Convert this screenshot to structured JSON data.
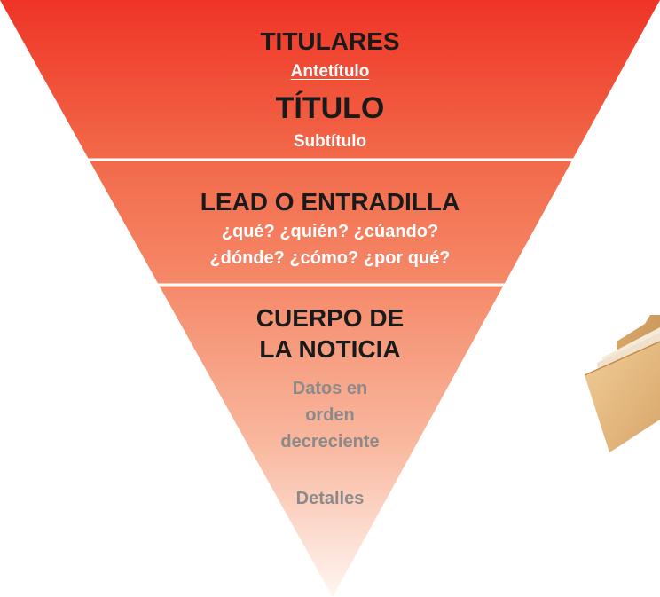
{
  "titulares": {
    "heading": "TITULARES",
    "antetitulo": "Antetítulo",
    "titulo": "TÍTULO",
    "subtitulo": "Subtítulo"
  },
  "lead": {
    "heading": "LEAD O ENTRADILLA",
    "questions_line1": "¿qué? ¿quién? ¿cúando?",
    "questions_line2": "¿dónde? ¿cómo? ¿por qué?"
  },
  "cuerpo": {
    "heading_line1": "CUERPO DE",
    "heading_line2": "LA NOTICIA",
    "datos_line1": "Datos en",
    "datos_line2": "orden",
    "datos_line3": "decreciente",
    "detalles": "Detalles"
  },
  "colors": {
    "top": "#ef3426",
    "middle": "#f58a6a",
    "bottom": "#fff3ee",
    "separator": "#ffffff",
    "folder": "#e7bd85"
  },
  "icons": [
    "folder-icon"
  ]
}
